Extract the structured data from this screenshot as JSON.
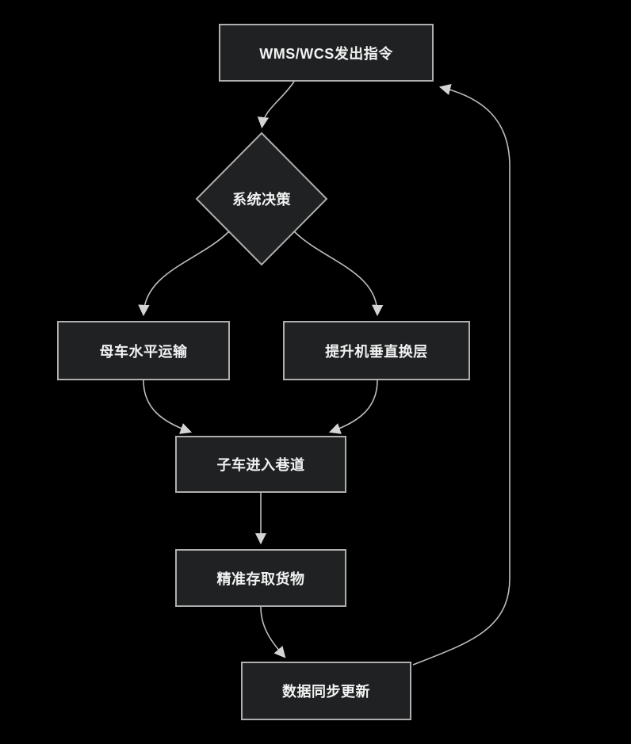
{
  "diagram": {
    "type": "flowchart",
    "background_color": "#000000",
    "node_fill_color": "#1f2123",
    "node_border_color": "#aeaeae",
    "edge_color": "#bdbdbd",
    "arrowhead_color": "#d4d4d4",
    "text_color": "#f2f2f2",
    "nodes": [
      {
        "id": "A",
        "label": "WMS/WCS发出指令",
        "shape": "rect"
      },
      {
        "id": "B",
        "label": "系统决策",
        "shape": "diamond"
      },
      {
        "id": "C",
        "label": "母车水平运输",
        "shape": "rect"
      },
      {
        "id": "D",
        "label": "提升机垂直换层",
        "shape": "rect"
      },
      {
        "id": "E",
        "label": "子车进入巷道",
        "shape": "rect"
      },
      {
        "id": "F",
        "label": "精准存取货物",
        "shape": "rect"
      },
      {
        "id": "G",
        "label": "数据同步更新",
        "shape": "rect"
      }
    ],
    "edges": [
      {
        "from": "A",
        "to": "B"
      },
      {
        "from": "B",
        "to": "C"
      },
      {
        "from": "B",
        "to": "D"
      },
      {
        "from": "C",
        "to": "E"
      },
      {
        "from": "D",
        "to": "E"
      },
      {
        "from": "E",
        "to": "F"
      },
      {
        "from": "F",
        "to": "G"
      },
      {
        "from": "G",
        "to": "A"
      }
    ]
  }
}
